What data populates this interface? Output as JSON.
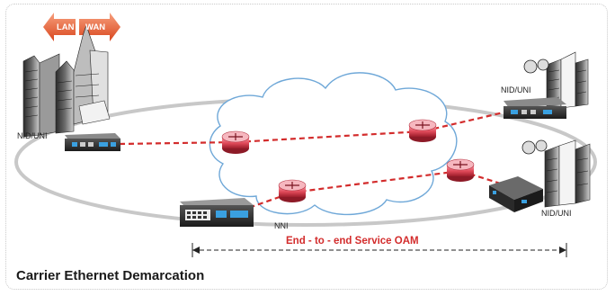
{
  "title": "Carrier Ethernet Demarcation",
  "oam_label": "End - to - end Service OAM",
  "lan_label": "LAN",
  "wan_label": "WAN",
  "nid_uni_labels": [
    "NID/UNI",
    "NID/UNI",
    "NID/UNI"
  ],
  "nni_label": "NNI",
  "colors": {
    "accent_red": "#d32c2c",
    "cloud_stroke": "#6fa8d8",
    "arrow_orange": "#e8623c",
    "router_red": "#e04a5a"
  },
  "icons": [
    "building-icon",
    "nid-device-icon",
    "nni-switch-icon",
    "router-icon",
    "cloud-icon",
    "lan-wan-arrow-icon"
  ]
}
